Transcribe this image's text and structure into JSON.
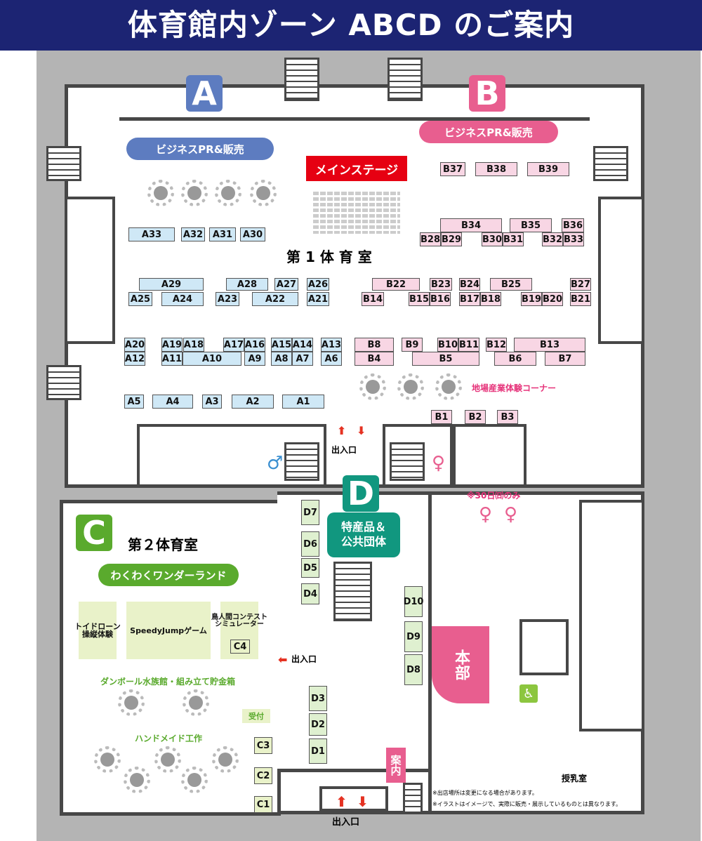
{
  "title": "体育館内ゾーン ABCD のご案内",
  "zones": {
    "a": "A",
    "b": "B",
    "c": "C",
    "d": "D"
  },
  "colors": {
    "header": "#1c2473",
    "zone_a": "#5d7cc0",
    "zone_b": "#e85e8f",
    "zone_c": "#5aaa2d",
    "zone_d": "#11977f",
    "main_stage": "#e60012",
    "honbu": "#e85e8f"
  },
  "labels": {
    "business_a": "ビジネスPR&販売",
    "business_b": "ビジネスPR&販売",
    "main_stage": "メインステージ",
    "gym1": "第 1 体 育 室",
    "gym2": "第２体育室",
    "local_industry": "地場産業体験コーナー",
    "entrance": "出入口",
    "only30": "※30日㈰のみ",
    "d_zone": "特産品＆\n公共団体",
    "wonderland": "わくわくワンダーランド",
    "drone": "トイドローン\n操縦体験",
    "speedyjump": "SpeedyJumpゲーム",
    "birdman": "鳥人間コンテスト\nシミュレーター",
    "cardboard": "ダンボール水族館・組み立て貯金箱",
    "reception": "受付",
    "handmade": "ハンドメイド工作",
    "honbu": "本部",
    "info": "案内",
    "nursing": "授乳室",
    "note1": "※出店場所は変更になる場合があります。",
    "note2": "※イラストはイメージで、実際に販売・展示しているものとは異なります。"
  },
  "booths_a": [
    "A33",
    "A32",
    "A31",
    "A30",
    "A29",
    "A25",
    "A24",
    "A28",
    "A27",
    "A23",
    "A22",
    "A26",
    "A21",
    "A20",
    "A12",
    "A19",
    "A18",
    "A11",
    "A10",
    "A17",
    "A16",
    "A9",
    "A15",
    "A14",
    "A8",
    "A7",
    "A13",
    "A6",
    "A5",
    "A4",
    "A3",
    "A2",
    "A1"
  ],
  "booths_b": [
    "B37",
    "B38",
    "B39",
    "B34",
    "B28",
    "B29",
    "B35",
    "B30",
    "B31",
    "B36",
    "B32",
    "B33",
    "B22",
    "B14",
    "B23",
    "B15",
    "B16",
    "B24",
    "B17",
    "B18",
    "B25",
    "B19",
    "B20",
    "B27",
    "B21",
    "B8",
    "B4",
    "B9",
    "B5",
    "B10",
    "B11",
    "B12",
    "B13",
    "B6",
    "B7",
    "B1",
    "B2",
    "B3"
  ],
  "booths_d": [
    "D7",
    "D6",
    "D5",
    "D4",
    "D10",
    "D9",
    "D8",
    "D3",
    "D2",
    "D1"
  ],
  "booths_c": [
    "C4",
    "C3",
    "C2",
    "C1"
  ]
}
